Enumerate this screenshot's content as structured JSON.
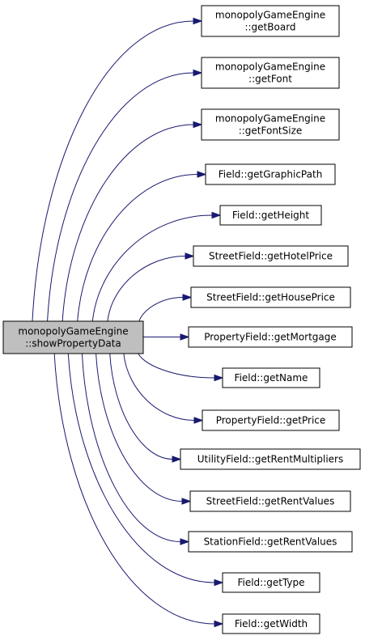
{
  "source": {
    "id": "root",
    "lines": [
      "monopolyGameEngine",
      "::showPropertyData"
    ]
  },
  "targets": [
    {
      "id": "getBoard",
      "lines": [
        "monopolyGameEngine",
        "::getBoard"
      ]
    },
    {
      "id": "getFont",
      "lines": [
        "monopolyGameEngine",
        "::getFont"
      ]
    },
    {
      "id": "getFontSize",
      "lines": [
        "monopolyGameEngine",
        "::getFontSize"
      ]
    },
    {
      "id": "getGraphicPath",
      "lines": [
        "Field::getGraphicPath"
      ]
    },
    {
      "id": "getHeight",
      "lines": [
        "Field::getHeight"
      ]
    },
    {
      "id": "getHotelPrice",
      "lines": [
        "StreetField::getHotelPrice"
      ]
    },
    {
      "id": "getHousePrice",
      "lines": [
        "StreetField::getHousePrice"
      ]
    },
    {
      "id": "getMortgage",
      "lines": [
        "PropertyField::getMortgage"
      ]
    },
    {
      "id": "getName",
      "lines": [
        "Field::getName"
      ]
    },
    {
      "id": "getPrice",
      "lines": [
        "PropertyField::getPrice"
      ]
    },
    {
      "id": "getRentMultipliers",
      "lines": [
        "UtilityField::getRentMultipliers"
      ]
    },
    {
      "id": "streetGetRentValues",
      "lines": [
        "StreetField::getRentValues"
      ]
    },
    {
      "id": "stationGetRentValues",
      "lines": [
        "StationField::getRentValues"
      ]
    },
    {
      "id": "getType",
      "lines": [
        "Field::getType"
      ]
    },
    {
      "id": "getWidth",
      "lines": [
        "Field::getWidth"
      ]
    }
  ],
  "colors": {
    "edge": "#191970",
    "root_fill": "#bfbfbf",
    "node_fill": "#ffffff",
    "node_border": "#000000"
  }
}
